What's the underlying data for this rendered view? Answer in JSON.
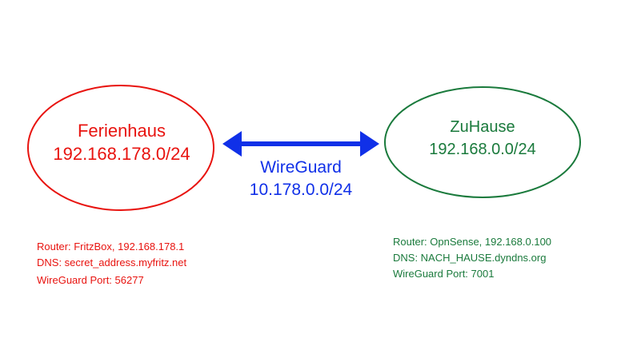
{
  "colors": {
    "left": "#e8130f",
    "right": "#1a7a3c",
    "link": "#1030e8"
  },
  "left_site": {
    "name": "Ferienhaus",
    "network": "192.168.178.0/24",
    "router": "Router: FritzBox, 192.168.178.1",
    "dns": "DNS: secret_address.myfritz.net",
    "port": "WireGuard Port: 56277"
  },
  "right_site": {
    "name": "ZuHause",
    "network": "192.168.0.0/24",
    "router": "Router: OpnSense, 192.168.0.100",
    "dns": "DNS: NACH_HAUSE.dyndns.org",
    "port": "WireGuard Port: 7001"
  },
  "tunnel": {
    "name": "WireGuard",
    "network": "10.178.0.0/24"
  }
}
